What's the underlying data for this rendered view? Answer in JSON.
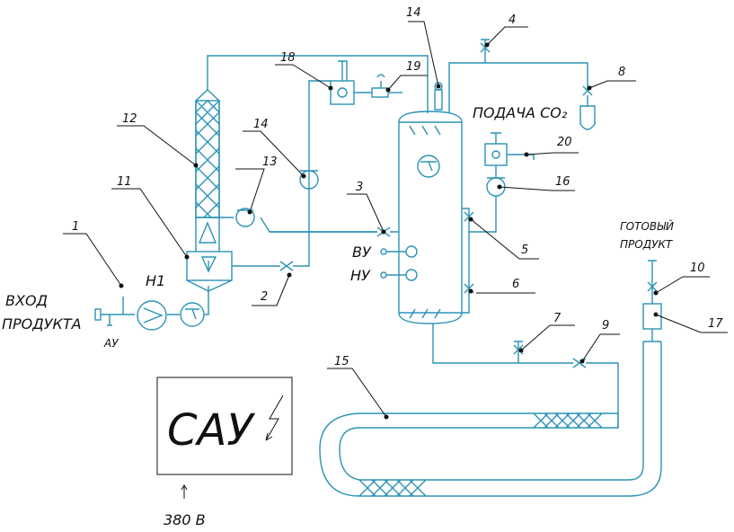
{
  "labels": {
    "inlet_line1": "ВХОД",
    "inlet_line2": "ПРОДУКТА",
    "au": "АУ",
    "pump": "Н1",
    "co2_feed": "ПОДАЧА СО₂",
    "vu": "ВУ",
    "nu": "НУ",
    "product_line1": "ГОТОВЫЙ",
    "product_line2": "ПРОДУКТ",
    "sau": "САУ",
    "voltage": "380 В"
  },
  "callouts": [
    "1",
    "2",
    "3",
    "4",
    "5",
    "6",
    "7",
    "8",
    "9",
    "10",
    "11",
    "12",
    "13",
    "14",
    "14",
    "15",
    "16",
    "17",
    "18",
    "19",
    "20"
  ],
  "colors": {
    "pipe": "#2a93b5",
    "ink": "#111111"
  }
}
